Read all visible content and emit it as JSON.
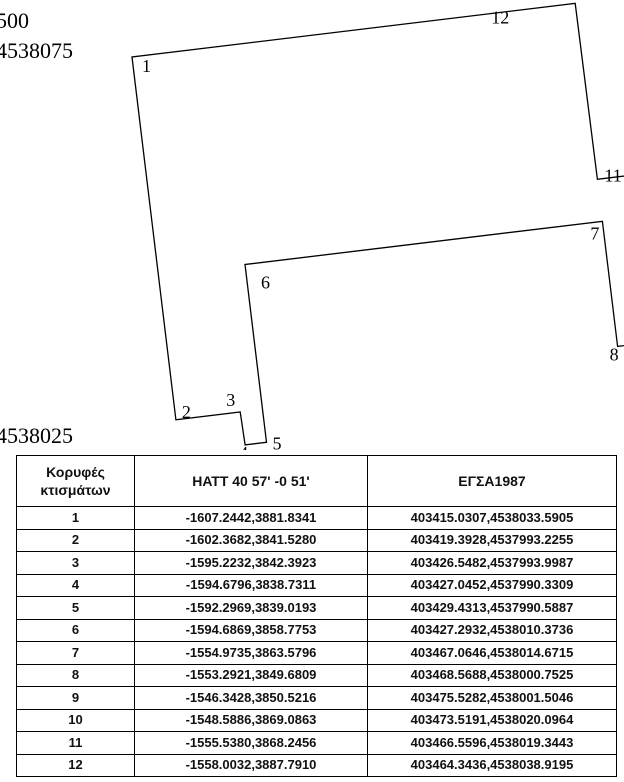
{
  "corner_labels": {
    "top_x": "500",
    "top_y": "4538075",
    "bottom_y": "4538025"
  },
  "vertices": [
    {
      "label": "1",
      "x": -1607.2442,
      "y": 3881.8341
    },
    {
      "label": "2",
      "x": -1602.3682,
      "y": 3841.528
    },
    {
      "label": "3",
      "x": -1595.2232,
      "y": 3842.3923
    },
    {
      "label": "4",
      "x": -1594.6796,
      "y": 3838.7311
    },
    {
      "label": "5",
      "x": -1592.2969,
      "y": 3839.0193
    },
    {
      "label": "6",
      "x": -1594.6869,
      "y": 3858.7753
    },
    {
      "label": "7",
      "x": -1554.9735,
      "y": 3863.5796
    },
    {
      "label": "8",
      "x": -1553.2921,
      "y": 3849.6809
    },
    {
      "label": "9",
      "x": -1546.3428,
      "y": 3850.5216
    },
    {
      "label": "10",
      "x": -1548.5886,
      "y": 3869.0863
    },
    {
      "label": "11",
      "x": -1555.538,
      "y": 3868.2456
    },
    {
      "label": "12",
      "x": -1558.0032,
      "y": 3887.791
    }
  ],
  "table": {
    "headers": [
      "Κορυφές κτισμάτων",
      "ΗΑΤΤ  40   57'  -0 51'",
      "ΕΓΣΑ1987"
    ],
    "rows": [
      [
        "1",
        "-1607.2442,3881.8341",
        "403415.0307,4538033.5905"
      ],
      [
        "2",
        "-1602.3682,3841.5280",
        "403419.3928,4537993.2255"
      ],
      [
        "3",
        "-1595.2232,3842.3923",
        "403426.5482,4537993.9987"
      ],
      [
        "4",
        "-1594.6796,3838.7311",
        "403427.0452,4537990.3309"
      ],
      [
        "5",
        "-1592.2969,3839.0193",
        "403429.4313,4537990.5887"
      ],
      [
        "6",
        "-1594.6869,3858.7753",
        "403427.2932,4538010.3736"
      ],
      [
        "7",
        "-1554.9735,3863.5796",
        "403467.0646,4538014.6715"
      ],
      [
        "8",
        "-1553.2921,3849.6809",
        "403468.5688,4538000.7525"
      ],
      [
        "9",
        "-1546.3428,3850.5216",
        "403475.5282,4538001.5046"
      ],
      [
        "10",
        "-1548.5886,3869.0863",
        "403473.5191,4538020.0964"
      ],
      [
        "11",
        "-1555.5380,3868.2456",
        "403466.5596,4538019.3443"
      ],
      [
        "12",
        "-1558.0032,3887.7910",
        "403464.3436,4538038.9195"
      ]
    ]
  }
}
